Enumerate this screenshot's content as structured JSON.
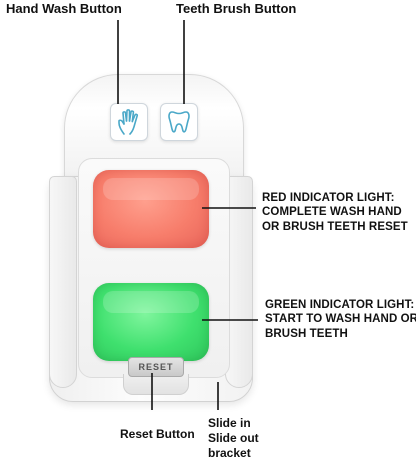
{
  "labels": {
    "hand_wash": "Hand Wash Button",
    "teeth_brush": "Teeth Brush Button",
    "red_indicator": [
      "RED INDICATOR LIGHT:",
      "COMPLETE WASH HAND",
      "OR BRUSH TEETH RESET"
    ],
    "green_indicator": [
      "GREEN INDICATOR LIGHT:",
      "START TO WASH HAND OR",
      "BRUSH TEETH"
    ],
    "reset_button": "Reset Button",
    "bracket": [
      "Slide in",
      "Slide out",
      "bracket"
    ]
  },
  "device": {
    "reset_text": "RESET",
    "icons": [
      "hand-icon",
      "tooth-icon"
    ]
  },
  "colors": {
    "red_light": "#f77d6b",
    "green_light": "#3fe06e",
    "icon_stroke": "#4aa8c8"
  }
}
